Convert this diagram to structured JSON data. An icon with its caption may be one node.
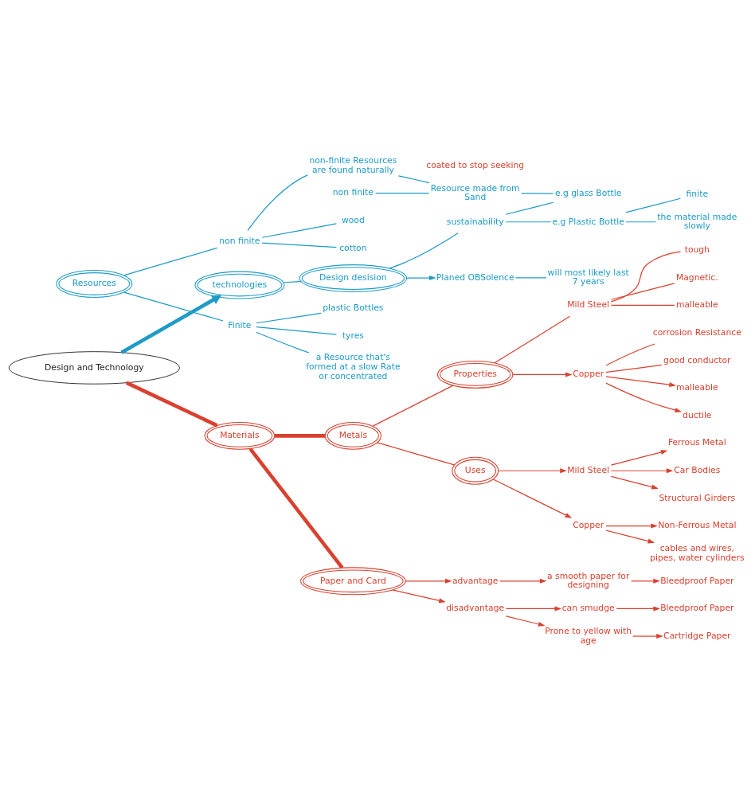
{
  "diagram": {
    "nodes": [
      {
        "text": [
          "Design and Technology"
        ]
      },
      {
        "text": [
          "technologies"
        ]
      },
      {
        "text": [
          "Resources"
        ]
      },
      {
        "text": [
          "Finite"
        ]
      },
      {
        "text": [
          "plastic Bottles"
        ]
      },
      {
        "text": [
          "tyres"
        ]
      },
      {
        "text": [
          "a Resource that's formed at a slow Rate or concentrated"
        ]
      },
      {
        "text": [
          "non finite"
        ]
      },
      {
        "text": [
          "wood"
        ]
      },
      {
        "text": [
          "cotton"
        ]
      },
      {
        "text": [
          "non-finite Resources are found naturally"
        ]
      },
      {
        "text": [
          "non finite"
        ]
      },
      {
        "text": [
          "Resource made from Sand"
        ]
      },
      {
        "text": [
          "e.g glass Bottle"
        ]
      },
      {
        "text": [
          "sustainability"
        ]
      },
      {
        "text": [
          "Design desision"
        ]
      },
      {
        "text": [
          "Planed OBSolence"
        ]
      },
      {
        "text": [
          "will most likely last 7 years"
        ]
      },
      {
        "text": [
          "e.g Plastic Bottle"
        ]
      },
      {
        "text": [
          "finite"
        ]
      },
      {
        "text": [
          "the material made slowly"
        ]
      },
      {
        "text": [
          "Materials"
        ]
      },
      {
        "text": [
          "Metals"
        ]
      },
      {
        "text": [
          "Properties"
        ]
      },
      {
        "text": [
          "Uses"
        ]
      },
      {
        "text": [
          "Mild Steel"
        ]
      },
      {
        "text": [
          "Ferrous Metal"
        ]
      },
      {
        "text": [
          "Car Bodies"
        ]
      },
      {
        "text": [
          "Structural Girders"
        ]
      },
      {
        "text": [
          "Copper"
        ]
      },
      {
        "text": [
          "Non-Ferrous Metal"
        ]
      },
      {
        "text": [
          "cables and wires, pipes, water cylinders"
        ]
      },
      {
        "text": [
          "Mild Steel"
        ]
      },
      {
        "text": [
          "tough"
        ]
      },
      {
        "text": [
          "Magnetic."
        ]
      },
      {
        "text": [
          "malleable"
        ]
      },
      {
        "text": [
          "Copper"
        ]
      },
      {
        "text": [
          "corrosion Resistance"
        ]
      },
      {
        "text": [
          "good conductor"
        ]
      },
      {
        "text": [
          "malleable"
        ]
      },
      {
        "text": [
          "ductile"
        ]
      },
      {
        "text": [
          "Paper and Card"
        ]
      },
      {
        "text": [
          "advantage"
        ]
      },
      {
        "text": [
          "a smooth paper for designing"
        ]
      },
      {
        "text": [
          "Bleedproof Paper"
        ]
      },
      {
        "text": [
          "disadvantage"
        ]
      },
      {
        "text": [
          "can smudge"
        ]
      },
      {
        "text": [
          "Prone to yellow with age"
        ]
      },
      {
        "text": [
          "Bleedproof Paper"
        ]
      },
      {
        "text": [
          "Cartridge Paper"
        ]
      }
    ],
    "edges": [
      {
        "from": 0,
        "to": 1,
        "arrow": "to",
        "style": "thick",
        "color": "#1e9bc6"
      },
      {
        "from": 2,
        "to": 3,
        "arrow": "none",
        "color": "#1e9bc6"
      },
      {
        "from": 3,
        "to": 4,
        "arrow": "none",
        "color": "#1e9bc6"
      },
      {
        "from": 3,
        "to": 5,
        "arrow": "none",
        "color": "#1e9bc6"
      },
      {
        "from": 3,
        "to": 6,
        "arrow": "none",
        "color": "#1e9bc6"
      },
      {
        "from": 2,
        "to": 7,
        "arrow": "none",
        "color": "#1e9bc6"
      },
      {
        "from": 7,
        "to": 8,
        "arrow": "none",
        "color": "#1e9bc6"
      },
      {
        "from": 7,
        "to": 9,
        "arrow": "none",
        "color": "#1e9bc6"
      },
      {
        "from": 7,
        "to": 10,
        "arrow": "none",
        "color": "#1e9bc6"
      },
      {
        "from": 10,
        "to": 12,
        "arrow": "none",
        "color": "#1e9bc6"
      },
      {
        "from": 11,
        "to": 12,
        "arrow": "none",
        "color": "#1e9bc6"
      },
      {
        "from": 12,
        "to": 13,
        "arrow": "none",
        "color": "#1e9bc6"
      },
      {
        "from": 14,
        "to": 13,
        "arrow": "none",
        "color": "#1e9bc6"
      },
      {
        "from": 1,
        "to": 15,
        "arrow": "none",
        "color": "#1e9bc6"
      },
      {
        "from": 15,
        "to": 16,
        "arrow": "to",
        "color": "#1e9bc6"
      },
      {
        "from": 16,
        "to": 17,
        "arrow": "none",
        "color": "#1e9bc6"
      },
      {
        "from": 15,
        "to": 14,
        "arrow": "none",
        "color": "#1e9bc6"
      },
      {
        "from": 14,
        "to": 18,
        "arrow": "none",
        "color": "#1e9bc6"
      },
      {
        "from": 18,
        "to": 19,
        "arrow": "none",
        "color": "#1e9bc6"
      },
      {
        "from": 18,
        "to": 20,
        "arrow": "none",
        "color": "#1e9bc6"
      },
      {
        "from": 0,
        "to": 21,
        "arrow": "none",
        "style": "thick"
      },
      {
        "from": 21,
        "to": 22,
        "arrow": "none",
        "style": "thick"
      },
      {
        "from": 22,
        "to": 23,
        "arrow": "none"
      },
      {
        "from": 22,
        "to": 24,
        "arrow": "none"
      },
      {
        "from": 24,
        "to": 25,
        "arrow": "to"
      },
      {
        "from": 25,
        "to": 26,
        "arrow": "to"
      },
      {
        "from": 25,
        "to": 27,
        "arrow": "to"
      },
      {
        "from": 25,
        "to": 28,
        "arrow": "to"
      },
      {
        "from": 24,
        "to": 29,
        "arrow": "to"
      },
      {
        "from": 29,
        "to": 30,
        "arrow": "to"
      },
      {
        "from": 29,
        "to": 31,
        "arrow": "to"
      },
      {
        "from": 23,
        "to": 32,
        "arrow": "none"
      },
      {
        "from": 32,
        "to": 33,
        "arrow": "none"
      },
      {
        "from": 32,
        "to": 34,
        "arrow": "none"
      },
      {
        "from": 32,
        "to": 35,
        "arrow": "none"
      },
      {
        "from": 23,
        "to": 36,
        "arrow": "to"
      },
      {
        "from": 36,
        "to": 37,
        "arrow": "none"
      },
      {
        "from": 36,
        "to": 38,
        "arrow": "none"
      },
      {
        "from": 36,
        "to": 39,
        "arrow": "to"
      },
      {
        "from": 36,
        "to": 40,
        "arrow": "to"
      },
      {
        "from": 21,
        "to": 41,
        "arrow": "none",
        "style": "thick"
      },
      {
        "from": 41,
        "to": 42,
        "arrow": "to"
      },
      {
        "from": 42,
        "to": 43,
        "arrow": "to"
      },
      {
        "from": 43,
        "to": 44,
        "arrow": "to"
      },
      {
        "from": 41,
        "to": 45,
        "arrow": "to"
      },
      {
        "from": 45,
        "to": 46,
        "arrow": "to"
      },
      {
        "from": 45,
        "to": 47,
        "arrow": "to"
      },
      {
        "from": 46,
        "to": 48,
        "arrow": "to"
      },
      {
        "from": 47,
        "to": 49,
        "arrow": "to"
      }
    ],
    "labels": [
      "coated to stop seeking"
    ]
  }
}
